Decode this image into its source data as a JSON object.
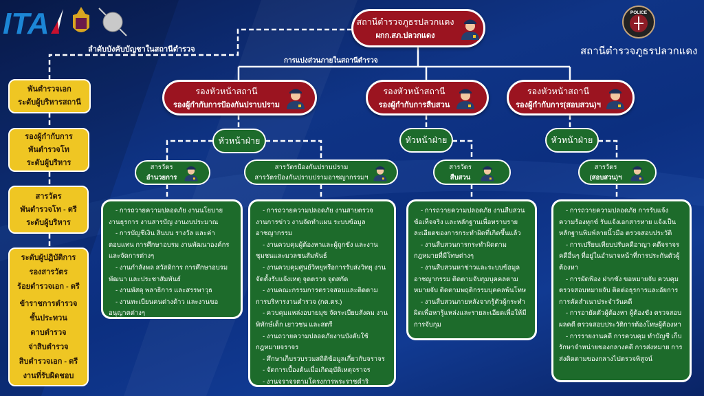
{
  "header": {
    "logos": [
      "ITA",
      "police-academy-emblem",
      "police-badge"
    ],
    "chain_label": "ลำดับบังคับบัญชาในสถานีตำรวจ",
    "division_label": "การแบ่งส่วนภายในสถานีตำรวจ",
    "station_logo_text": "POLICE",
    "station_name": "สถานีตำรวจภูธรปลวกแดง"
  },
  "top_node": {
    "title": "สถานีตำรวจภูธรปลวกแดง",
    "subtitle": "ผกก.สภ.ปลวกแดง"
  },
  "ranks": [
    {
      "lines": [
        "พันตำรวจเอก",
        "ระดับผู้บริหารสถานี"
      ]
    },
    {
      "lines": [
        "รองผู้กำกับการ",
        "พันตำรวจโท",
        "ระดับผู้บริหาร"
      ]
    },
    {
      "lines": [
        "สารวัตร",
        "พันตำรวจโท - ตรี",
        "ระดับผู้บริหาร"
      ]
    },
    {
      "lines": [
        "ระดับผู้ปฏิบัติการ",
        "รองสารวัตร",
        "ร้อยตำรวจเอก - ตรี",
        "ข้าราชการตำรวจ",
        "ชั้นประทวน",
        "ดาบตำรวจ",
        "จ่าสิบตำรวจ",
        "สิบตำรวจเอก - ตรี",
        "งานที่รับผิดชอบ"
      ]
    }
  ],
  "deputies": [
    {
      "title": "รองหัวหน้าสถานี",
      "subtitle": "รองผู้กำกับการป้องกันปราบปราม"
    },
    {
      "title": "รองหัวหน้าสถานี",
      "subtitle": "รองผู้กำกับการสืบสวน"
    },
    {
      "title": "รองหัวหน้าสถานี",
      "subtitle": "รองผู้กำกับการ(สอบสวน)ฯ"
    }
  ],
  "section_head_label": "หัวหน้าฝ่าย",
  "inspectors": [
    {
      "title": "สารวัตร",
      "subtitle": "อำนวยการ"
    },
    {
      "title": "สารวัตรป้องกันปราบปราม",
      "subtitle": "สารวัตรป้องกันปราบปรามอาชญากรรมฯ"
    },
    {
      "title": "สารวัตร",
      "subtitle": "สืบสวน"
    },
    {
      "title": "สารวัตร",
      "subtitle": "(สอบสวน)ฯ"
    }
  ],
  "duties": [
    [
      "- การถวายความปลอดภัย งานนโยบาย งานธุรการ งานสารบัญ งานงบประมาณ",
      "- การบัญชีเงิน สินบน รางวัล และค่าตอบแทน การศึกษาอบรม งานพัฒนาองค์กร และจัดการต่างๆ",
      "- งานกำลังพล สวัสดิการ การศึกษาอบรม พัฒนา และประชาสัมพันธ์",
      "- งานพัสดุ พลาธิการ และสรรพาวุธ",
      "- งานทะเบียนคนต่างด้าว และงานขออนุญาตต่างๆ"
    ],
    [
      "- การถวายความปลอดภัย งานสายตรวจ งานการข่าว งานจัดทำแผน ระบบข้อมูลอาชญากรรม",
      "- งานควบคุมผู้ต้องหาและผู้ถูกขัง และงานชุมชนและมวลชนสัมพันธ์",
      "- งานควบคุมศูนย์วิทยุหรือการรับส่งวิทยุ งานจัดตั้งรับแจ้งเหตุ จุดตรวจ จุดสกัด",
      "- งานคณะกรรมการตรวจสอบและติดตามการบริหารงานตำรวจ (กต.ตร.)",
      "- ควบคุมแหล่งอบายมุข จัดระเบียบสังคม งานพิทักษ์เด็ก เยาวชน และสตรี",
      "- งานถวายความปลอดภัยงานบังคับใช้กฎหมายจราจร",
      "- ศึกษาเก็บรวบรวมสถิติข้อมูลเกี่ยวกับจราจร",
      "- จัดการเบื้องต้นเมื่อเกิดอุบัติเหตุจราจร",
      "- งานจราจรตามโครงการพระราชดำริ"
    ],
    [
      "- การถวายความปลอดภัย งานสืบสวนข้อเท็จจริง และหลักฐานเพื่อทราบรายละเอียดของการกระทำผิดที่เกิดขึ้นแล้ว",
      "- งานสืบสวนการกระทำผิดตามกฎหมายที่มีโทษต่างๆ",
      "- งานสืบสวนหาข่าวและระบบข้อมูลอาชญากรรม ติดตามจับกุมบุคคลตามหมายจับ ติดตามพฤติกรรมบุคคลพ้นโทษ",
      "- งานสืบสวนภายหลังจากรู้ตัวผู้กระทำผิดเพื่อหารู้แหล่งและรายละเอียดเพื่อให้มีการจับกุม"
    ],
    [
      "- การถวายความปลอดภัย การรับแจ้งความร้องทุกข์ รับแจ้งเอกสารหาย แจ้งเป็นหลักฐานพิมพ์ลายนิ้วมือ ตรวจสอบประวัติ",
      "- การเปรียบเทียบปรับคดีอาญา คดีจราจร คดีอื่นๆ ที่อยู่ในอำนาจหน้าที่การประกันตัวผู้ต้องหา",
      "- การผัดฟ้อง ฝากขัง ขอหมายจับ ควบคุมตรวจสอบหมายจับ ติดต่อธุรการและอัยการ การคัดสำเนาประจำวันคดี",
      "- การอายัดตัวผู้ต้องหา ผู้ต้องขัง ตรวจสอบผลคดี ตรวจสอบประวัติการต้องโทษผู้ต้องหา",
      "- การรายงานคดี การควบคุม ทำบัญชี เก็บรักษาจำหน่ายของกลางคดี การส่งหมาย การส่งติดตามของกลางไปตรวจพิสูจน์"
    ]
  ],
  "colors": {
    "background": "#0f3486",
    "red": "#9b1420",
    "green": "#1d6b2b",
    "yellow": "#efc623"
  }
}
